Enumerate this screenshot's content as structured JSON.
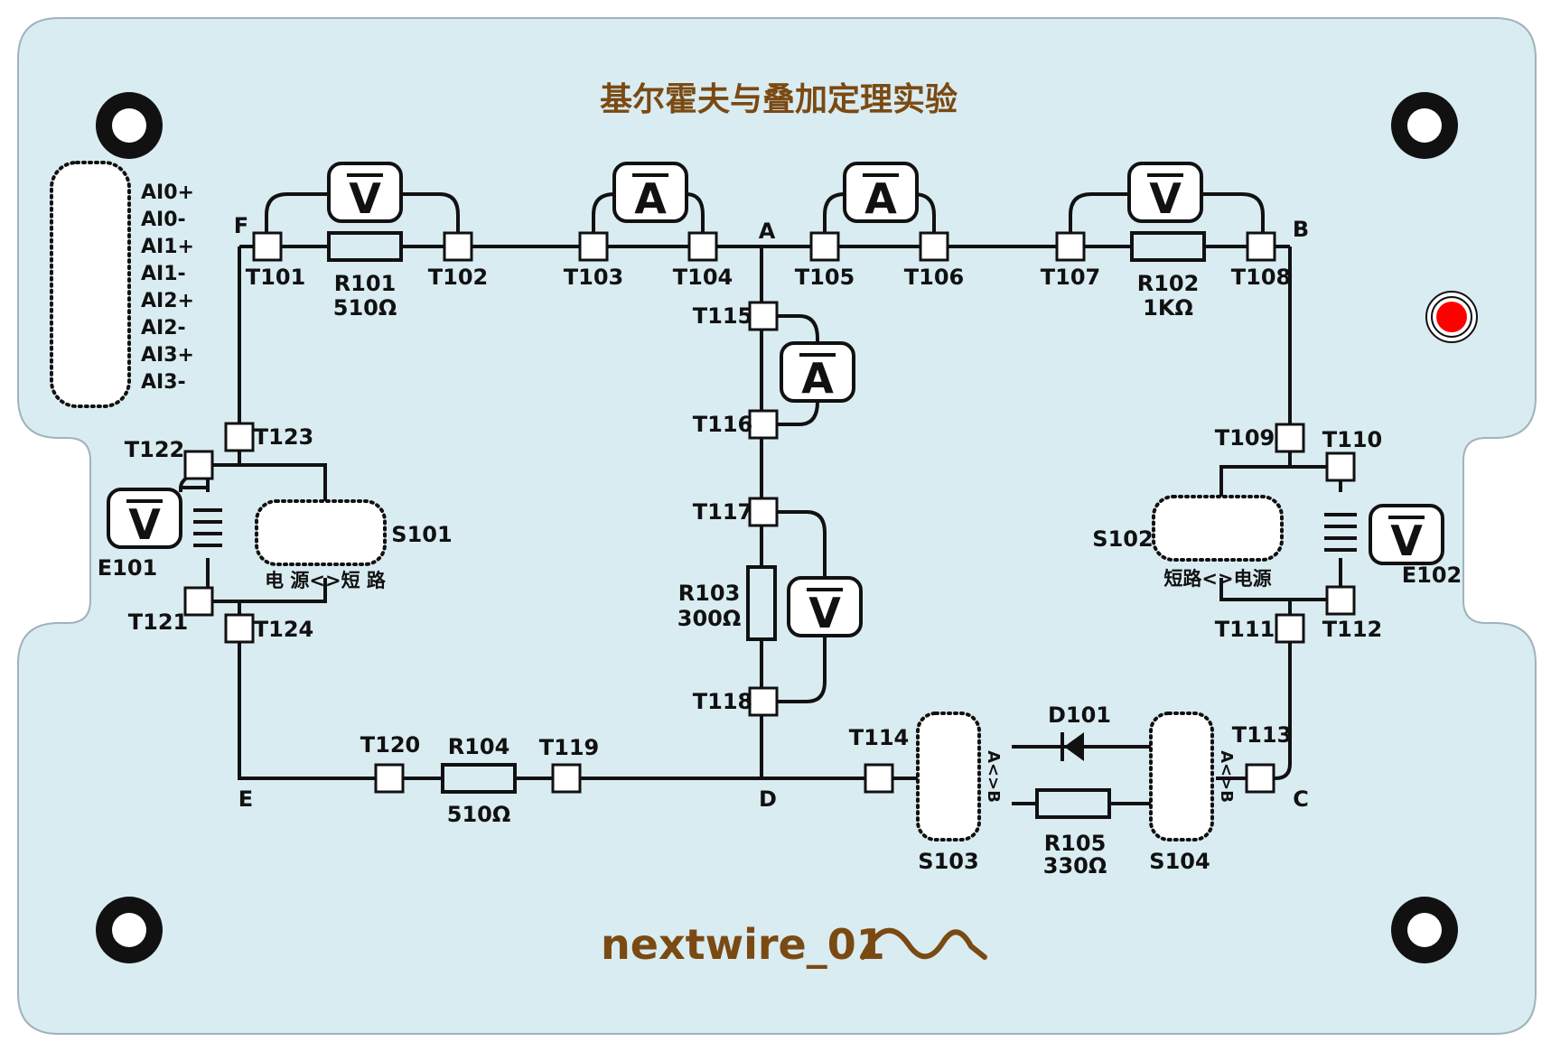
{
  "title": "基尔霍夫与叠加定理实验",
  "brand": "nextwire_01",
  "colors": {
    "board": "#d9ecf2",
    "text_brown": "#7a4a12",
    "led": "#ff0000"
  },
  "analog_pins": [
    "AI0+",
    "AI0-",
    "AI1+",
    "AI1-",
    "AI2+",
    "AI2-",
    "AI3+",
    "AI3-"
  ],
  "nodes": {
    "A": "A",
    "B": "B",
    "C": "C",
    "D": "D",
    "E": "E",
    "F": "F"
  },
  "meters": {
    "voltmeter": "V",
    "ammeter": "A"
  },
  "terminals": {
    "T101": "T101",
    "T102": "T102",
    "T103": "T103",
    "T104": "T104",
    "T105": "T105",
    "T106": "T106",
    "T107": "T107",
    "T108": "T108",
    "T109": "T109",
    "T110": "T110",
    "T111": "T111",
    "T112": "T112",
    "T113": "T113",
    "T114": "T114",
    "T115": "T115",
    "T116": "T116",
    "T117": "T117",
    "T118": "T118",
    "T119": "T119",
    "T120": "T120",
    "T121": "T121",
    "T122": "T122",
    "T123": "T123",
    "T124": "T124"
  },
  "components": {
    "R101": {
      "name": "R101",
      "value": "510Ω"
    },
    "R102": {
      "name": "R102",
      "value": "1KΩ"
    },
    "R103": {
      "name": "R103",
      "value": "300Ω"
    },
    "R104": {
      "name": "R104",
      "value": "510Ω"
    },
    "R105": {
      "name": "R105",
      "value": "330Ω"
    },
    "D101": {
      "name": "D101"
    },
    "E101": {
      "name": "E101"
    },
    "E102": {
      "name": "E102"
    }
  },
  "switches": {
    "S101": {
      "name": "S101",
      "caption": "电 源<>短 路"
    },
    "S102": {
      "name": "S102",
      "caption": "短路<>电源"
    },
    "S103": {
      "name": "S103",
      "caption": "A<>B"
    },
    "S104": {
      "name": "S104",
      "caption": "A<>B"
    }
  }
}
